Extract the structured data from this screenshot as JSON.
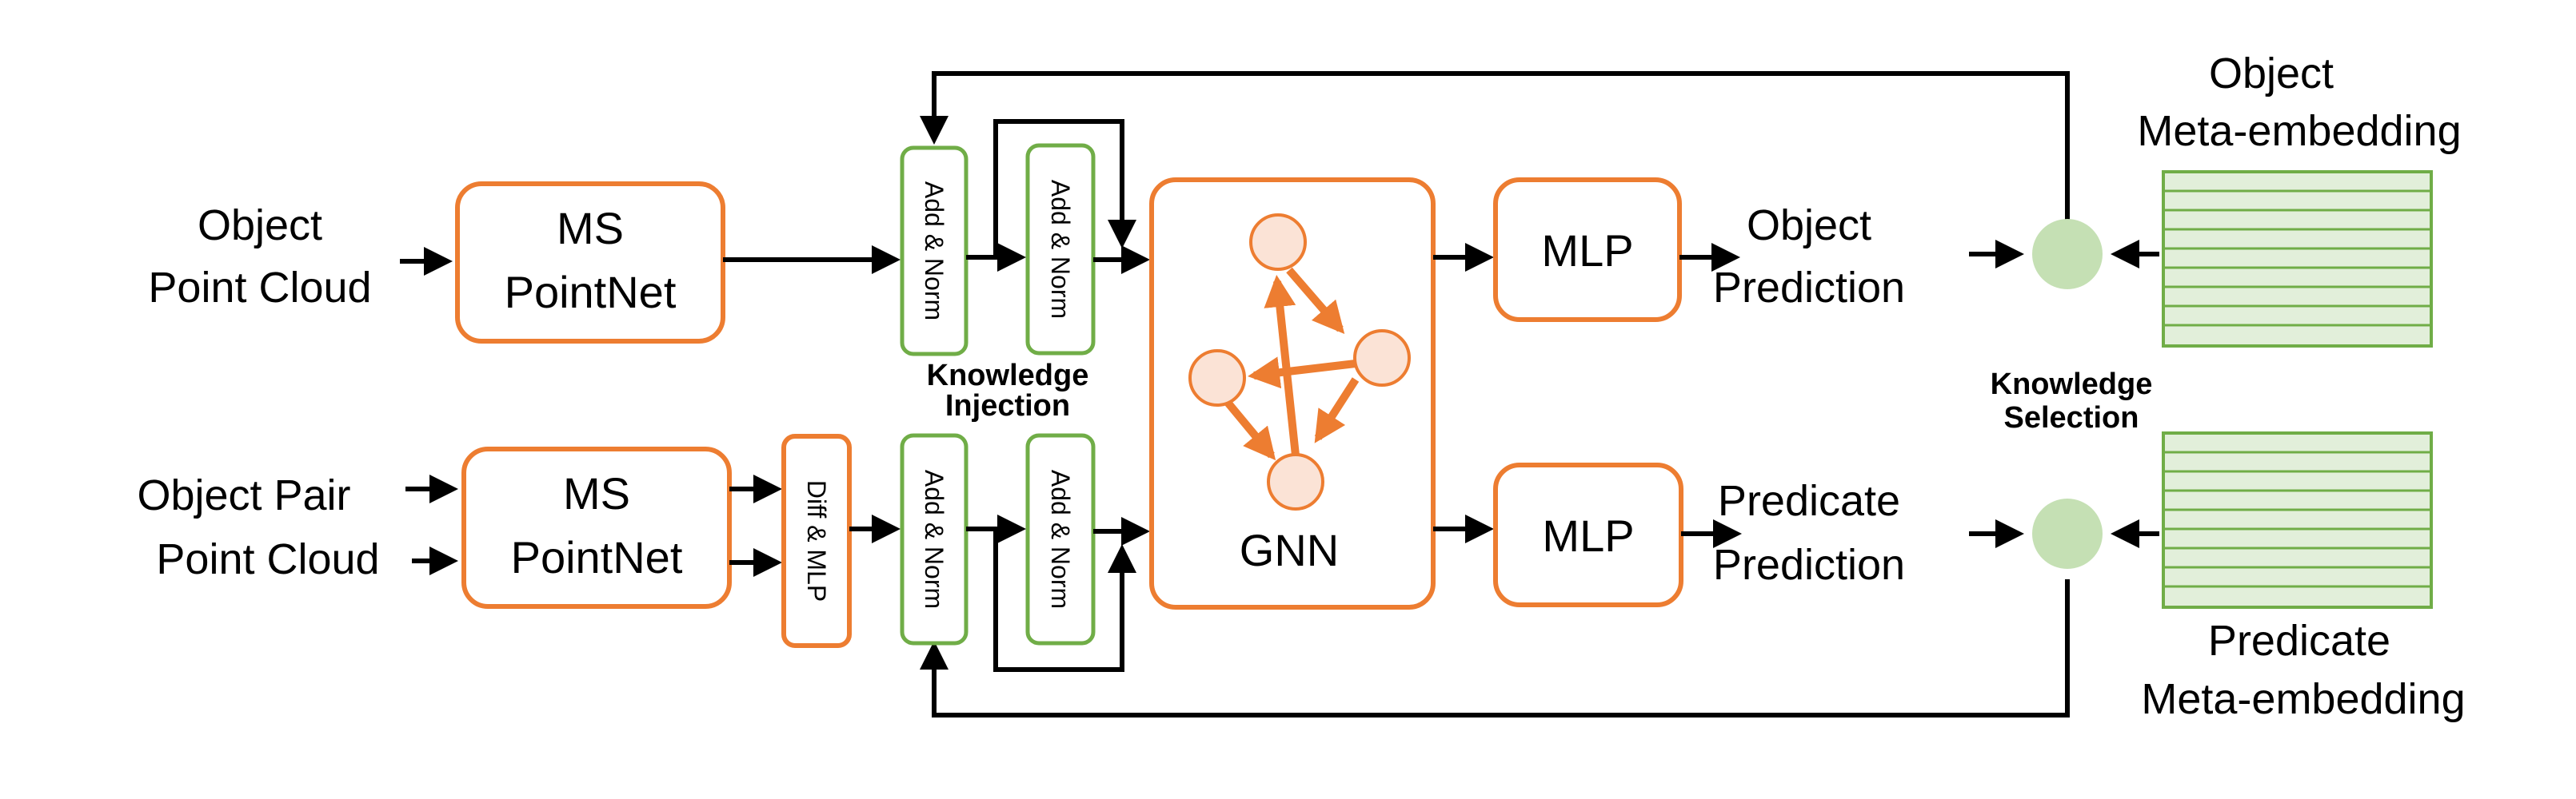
{
  "inputs": {
    "object_point_cloud": [
      "Object",
      "Point Cloud"
    ],
    "object_pair_point_cloud": [
      "Object Pair",
      "Point Cloud"
    ]
  },
  "blocks": {
    "ms_pointnet_top": [
      "MS",
      "PointNet"
    ],
    "ms_pointnet_bottom": [
      "MS",
      "PointNet"
    ],
    "diff_mlp": "Diff & MLP",
    "add_norm": "Add & Norm",
    "gnn": "GNN",
    "mlp": "MLP"
  },
  "labels": {
    "knowledge_injection": [
      "Knowledge",
      "Injection"
    ],
    "knowledge_selection": [
      "Knowledge",
      "Selection"
    ]
  },
  "outputs": {
    "object_prediction": [
      "Object",
      "Prediction"
    ],
    "predicate_prediction": [
      "Predicate",
      "Prediction"
    ]
  },
  "embeddings": {
    "object_meta": [
      "Object",
      "Meta-embedding"
    ],
    "predicate_meta": [
      "Predicate",
      "Meta-embedding"
    ]
  },
  "colors": {
    "orange": "#ED7D31",
    "green": "#70AD47",
    "green_fill": "#E2EFDA",
    "node_fill": "#FBE3D6",
    "selector_fill": "#C5E0B4"
  }
}
